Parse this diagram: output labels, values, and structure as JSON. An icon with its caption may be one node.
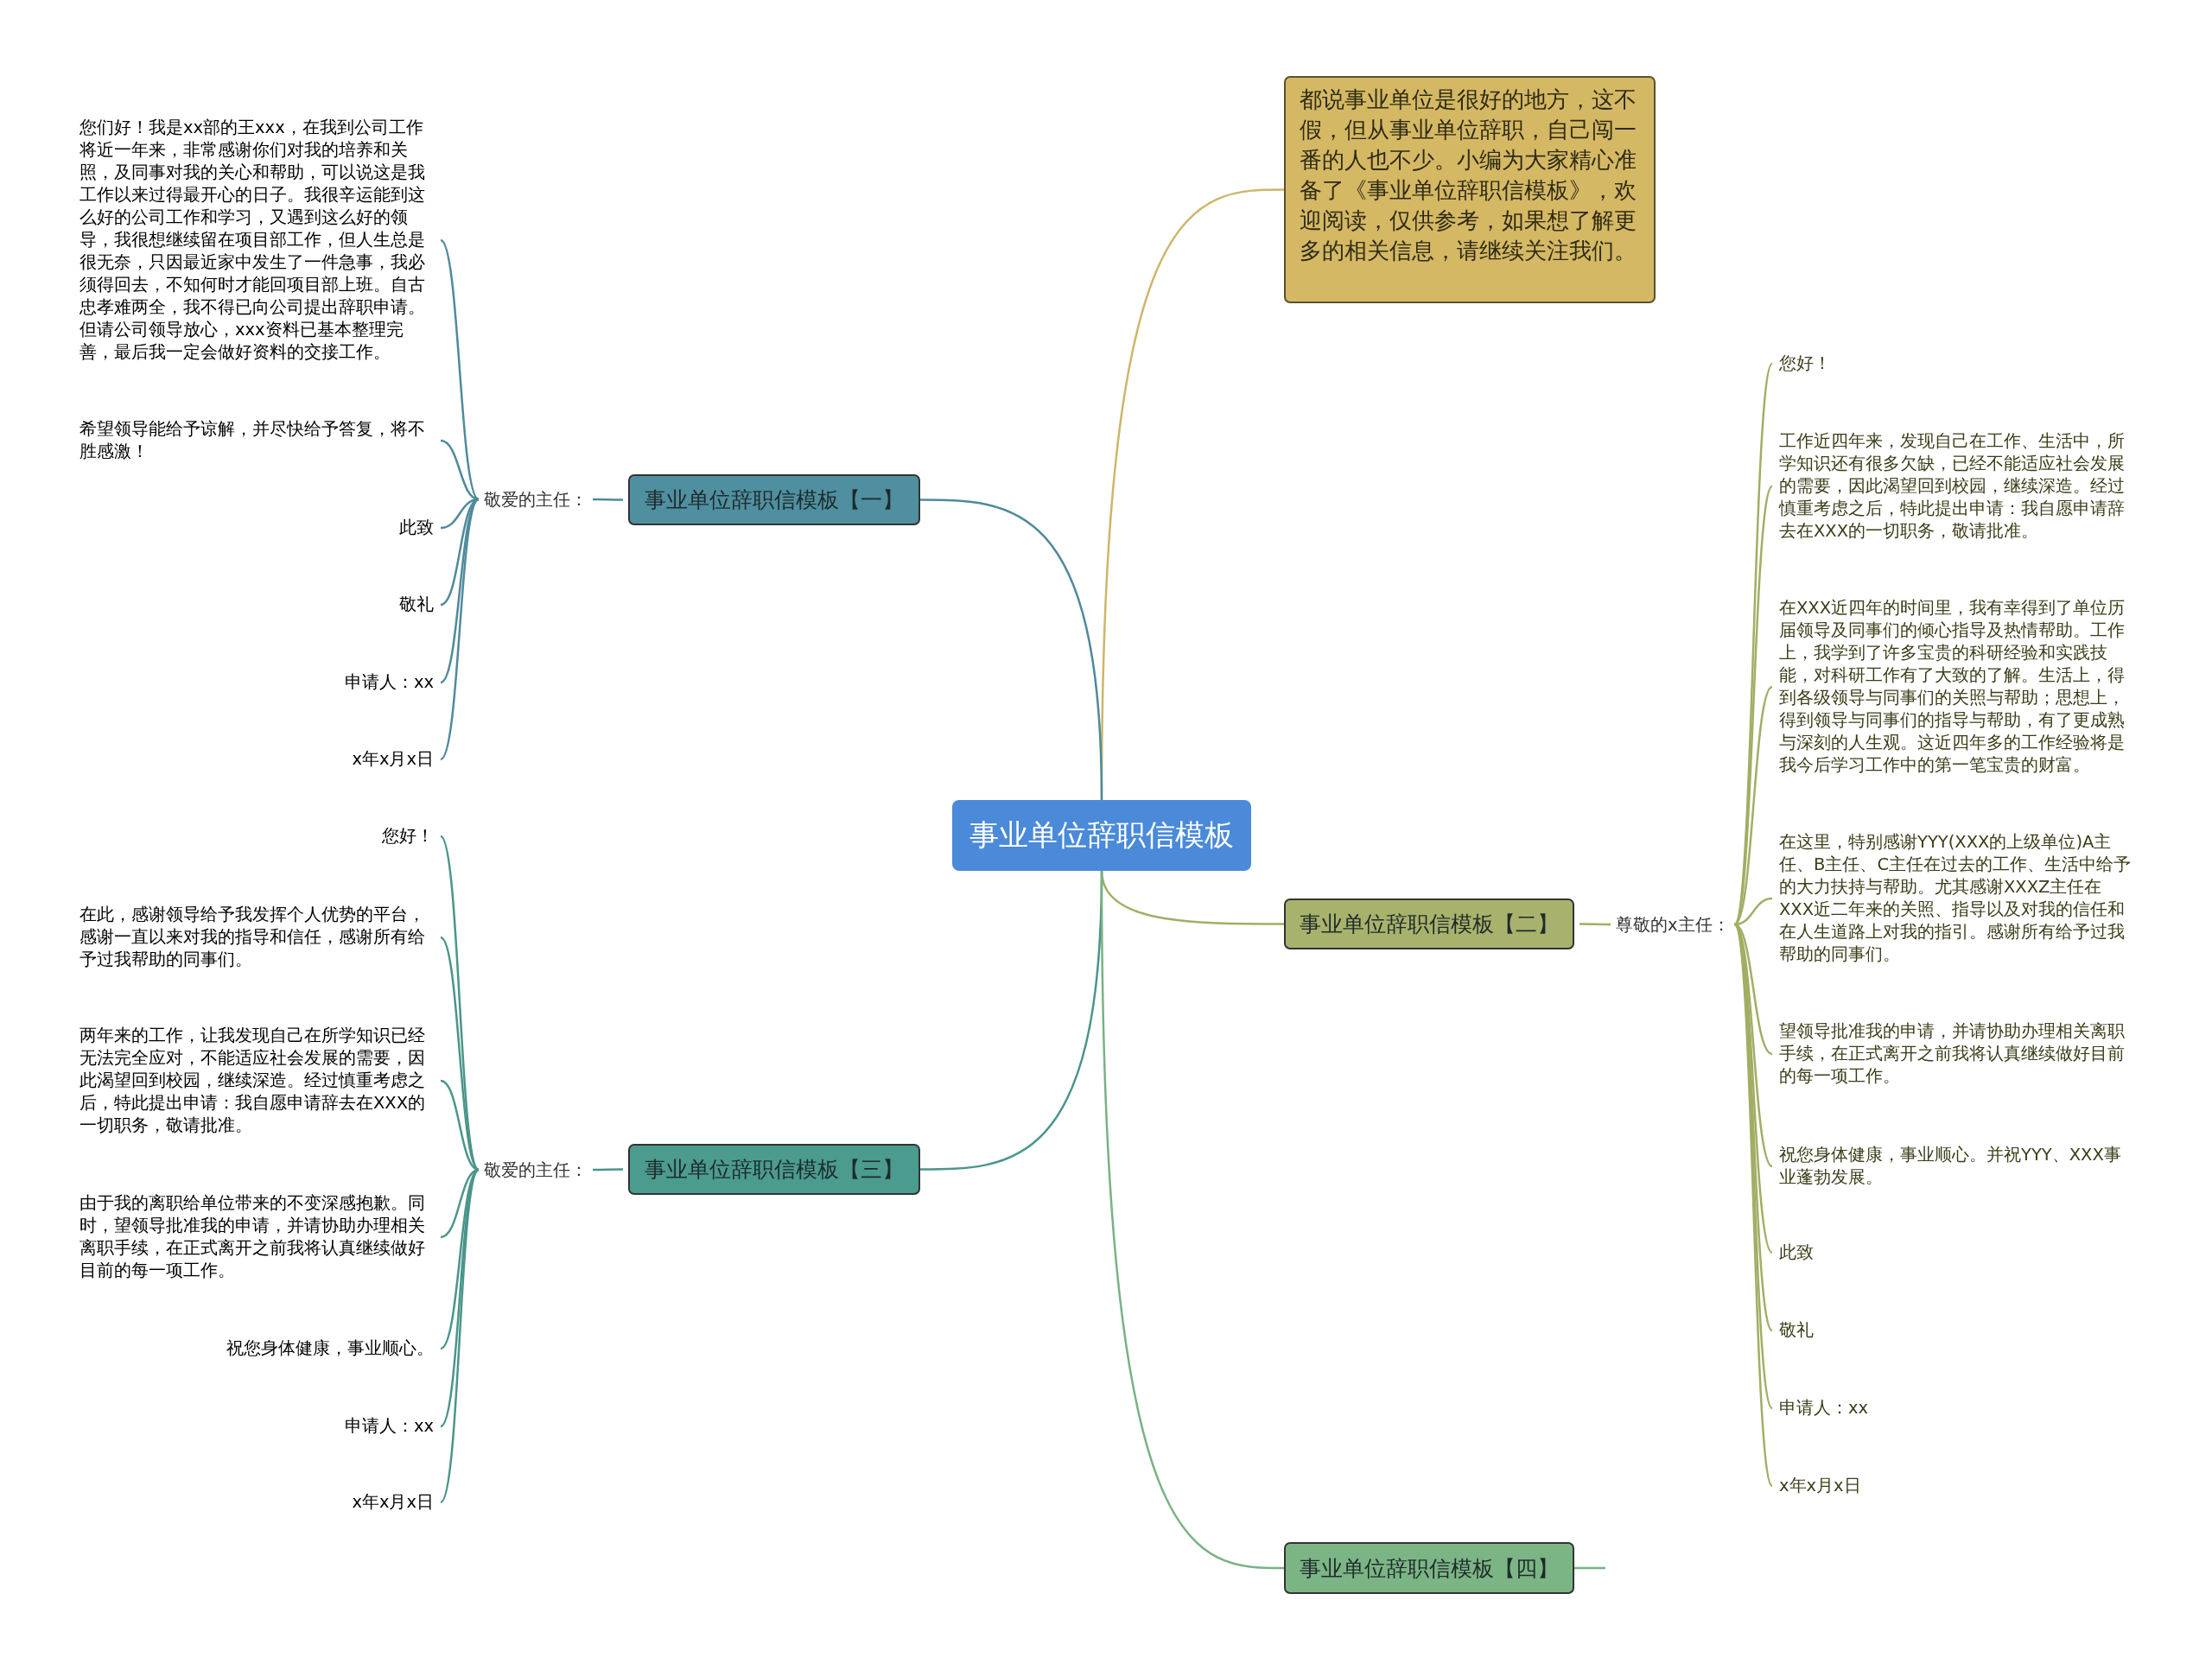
{
  "diagram": {
    "nodes": [
      {
        "text": [
          "事业单位辞职信模板"
        ]
      },
      {
        "text": [
          "都说事业单位是很好的地方，这不假，但从事业单位辞职，自己闯一番的人也不少。小编为大家精心准备了《事业单位辞职信模板》，欢迎阅读，仅供参考，如果想了解更多的相关信息，请继续关注我们。"
        ]
      },
      {
        "text": [
          "事业单位辞职信模板【一】"
        ]
      },
      {
        "text": [
          "敬爱的主任："
        ]
      },
      {
        "text": [
          "您们好！我是xx部的王xxx，在我到公司工作将近一年来，非常感谢你们对我的培养和关照，及同事对我的关心和帮助，可以说这是我工作以来过得最开心的日子。我很辛运能到这么好的公司工作和学习，又遇到这么好的领导，我很想继续留在项目部工作，但人生总是很无奈，只因最近家中发生了一件急事，我必须得回去，不知何时才能回项目部上班。自古忠孝难两全，我不得已向公司提出辞职申请。但请公司领导放心，xxx资料已基本整理完善，最后我一定会做好资料的交接工作。"
        ]
      },
      {
        "text": [
          "希望领导能给予谅解，并尽快给予答复，将不胜感激！"
        ]
      },
      {
        "text": [
          "此致"
        ]
      },
      {
        "text": [
          "敬礼"
        ]
      },
      {
        "text": [
          "申请人：xx"
        ]
      },
      {
        "text": [
          "x年x月x日"
        ]
      },
      {
        "text": [
          "事业单位辞职信模板【二】"
        ]
      },
      {
        "text": [
          "尊敬的x主任："
        ]
      },
      {
        "text": [
          "您好！"
        ]
      },
      {
        "text": [
          "工作近四年来，发现自己在工作、生活中，所学知识还有很多欠缺，已经不能适应社会发展的需要，因此渴望回到校园，继续深造。经过慎重考虑之后，特此提出申请：我自愿申请辞去在XXX的一切职务，敬请批准。"
        ]
      },
      {
        "text": [
          "在XXX近四年的时间里，我有幸得到了单位历届领导及同事们的倾心指导及热情帮助。工作上，我学到了许多宝贵的科研经验和实践技能，对科研工作有了大致的了解。生活上，得到各级领导与同事们的关照与帮助；思想上，得到领导与同事们的指导与帮助，有了更成熟与深刻的人生观。这近四年多的工作经验将是我今后学习工作中的第一笔宝贵的财富。"
        ]
      },
      {
        "text": [
          "在这里，特别感谢YYY(XXX的上级单位)A主任、B主任、C主任在过去的工作、生活中给予的大力扶持与帮助。尤其感谢XXXZ主任在XXX近二年来的关照、指导以及对我的信任和在人生道路上对我的指引。感谢所有给予过我帮助的同事们。"
        ]
      },
      {
        "text": [
          "望领导批准我的申请，并请协助办理相关离职手续，在正式离开之前我将认真继续做好目前的每一项工作。"
        ]
      },
      {
        "text": [
          "祝您身体健康，事业顺心。并祝YYY、XXX事业蓬勃发展。"
        ]
      },
      {
        "text": [
          "此致"
        ]
      },
      {
        "text": [
          "敬礼"
        ]
      },
      {
        "text": [
          "申请人：xx"
        ]
      },
      {
        "text": [
          "x年x月x日"
        ]
      },
      {
        "text": [
          "事业单位辞职信模板【三】"
        ]
      },
      {
        "text": [
          "敬爱的主任："
        ]
      },
      {
        "text": [
          "您好！"
        ]
      },
      {
        "text": [
          "在此，感谢领导给予我发挥个人优势的平台，感谢一直以来对我的指导和信任，感谢所有给予过我帮助的同事们。"
        ]
      },
      {
        "text": [
          "两年来的工作，让我发现自己在所学知识已经无法完全应对，不能适应社会发展的需要，因此渴望回到校园，继续深造。经过慎重考虑之后，特此提出申请：我自愿申请辞去在XXX的一切职务，敬请批准。"
        ]
      },
      {
        "text": [
          "由于我的离职给单位带来的不变深感抱歉。同时，望领导批准我的申请，并请协助办理相关离职手续，在正式离开之前我将认真继续做好目前的每一项工作。"
        ]
      },
      {
        "text": [
          "祝您身体健康，事业顺心。"
        ]
      },
      {
        "text": [
          "申请人：xx"
        ]
      },
      {
        "text": [
          "x年x月x日"
        ]
      },
      {
        "text": [
          "事业单位辞职信模板【四】"
        ]
      }
    ],
    "edges": [
      {
        "from": 0,
        "to": 1,
        "arrow": "none",
        "color": "#cdb66a"
      },
      {
        "from": 0,
        "to": 2,
        "arrow": "none",
        "color": "#4f8a9c"
      },
      {
        "from": 0,
        "to": 10,
        "arrow": "none",
        "color": "#a3ad64"
      },
      {
        "from": 0,
        "to": 22,
        "arrow": "none",
        "color": "#4a958a"
      },
      {
        "from": 0,
        "to": 31,
        "arrow": "none",
        "color": "#78b283"
      },
      {
        "from": 2,
        "to": 3,
        "arrow": "none",
        "color": "#4f8a9c"
      },
      {
        "from": 3,
        "to": 4,
        "arrow": "none",
        "color": "#4f8a9c"
      },
      {
        "from": 3,
        "to": 5,
        "arrow": "none",
        "color": "#4f8a9c"
      },
      {
        "from": 3,
        "to": 6,
        "arrow": "none",
        "color": "#4f8a9c"
      },
      {
        "from": 3,
        "to": 7,
        "arrow": "none",
        "color": "#4f8a9c"
      },
      {
        "from": 3,
        "to": 8,
        "arrow": "none",
        "color": "#4f8a9c"
      },
      {
        "from": 3,
        "to": 9,
        "arrow": "none",
        "color": "#4f8a9c"
      },
      {
        "from": 10,
        "to": 11,
        "arrow": "none",
        "color": "#a3ad64"
      },
      {
        "from": 11,
        "to": 12,
        "arrow": "none",
        "color": "#a3ad64"
      },
      {
        "from": 11,
        "to": 13,
        "arrow": "none",
        "color": "#a3ad64"
      },
      {
        "from": 11,
        "to": 14,
        "arrow": "none",
        "color": "#a3ad64"
      },
      {
        "from": 11,
        "to": 15,
        "arrow": "none",
        "color": "#a3ad64"
      },
      {
        "from": 11,
        "to": 16,
        "arrow": "none",
        "color": "#a3ad64"
      },
      {
        "from": 11,
        "to": 17,
        "arrow": "none",
        "color": "#a3ad64"
      },
      {
        "from": 11,
        "to": 18,
        "arrow": "none",
        "color": "#a3ad64"
      },
      {
        "from": 11,
        "to": 19,
        "arrow": "none",
        "color": "#a3ad64"
      },
      {
        "from": 11,
        "to": 20,
        "arrow": "none",
        "color": "#a3ad64"
      },
      {
        "from": 11,
        "to": 21,
        "arrow": "none",
        "color": "#a3ad64"
      },
      {
        "from": 22,
        "to": 23,
        "arrow": "none",
        "color": "#4a958a"
      },
      {
        "from": 23,
        "to": 24,
        "arrow": "none",
        "color": "#4a958a"
      },
      {
        "from": 23,
        "to": 25,
        "arrow": "none",
        "color": "#4a958a"
      },
      {
        "from": 23,
        "to": 26,
        "arrow": "none",
        "color": "#4a958a"
      },
      {
        "from": 23,
        "to": 27,
        "arrow": "none",
        "color": "#4a958a"
      },
      {
        "from": 23,
        "to": 28,
        "arrow": "none",
        "color": "#4a958a"
      },
      {
        "from": 23,
        "to": 29,
        "arrow": "none",
        "color": "#4a958a"
      },
      {
        "from": 23,
        "to": 30,
        "arrow": "none",
        "color": "#4a958a"
      },
      {
        "from": 31,
        "to": null,
        "arrow": "none",
        "color": "#78b283"
      }
    ]
  }
}
